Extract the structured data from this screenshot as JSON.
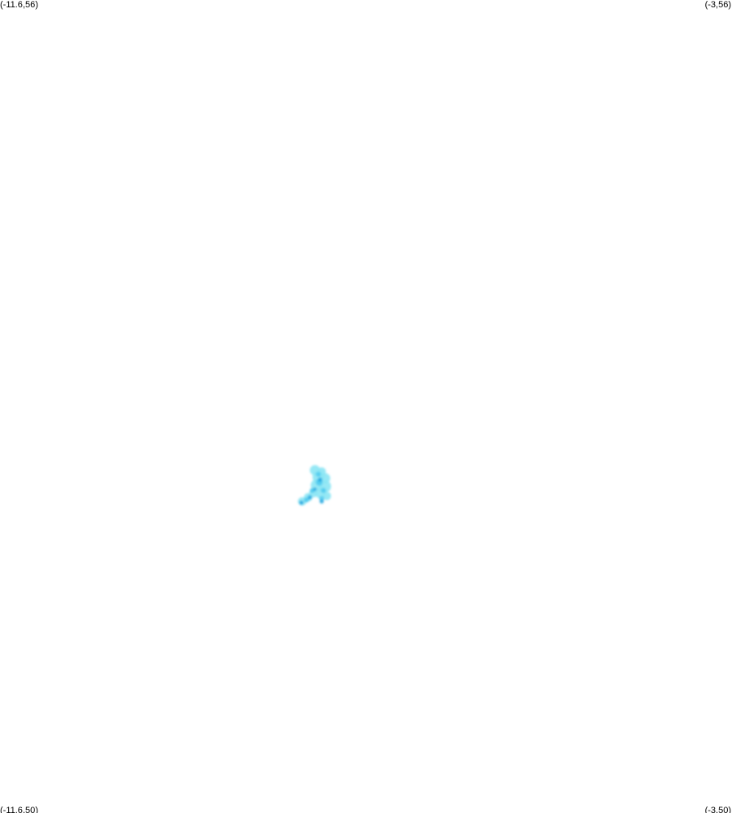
{
  "map": {
    "corners": {
      "top_left": "(-11.6,56)",
      "top_right": "(-3,56)",
      "bottom_left": "(-11.6,50)",
      "bottom_right": "(-3,50)"
    },
    "extent": {
      "lon_min": -11.6,
      "lon_max": -3,
      "lat_min": 50,
      "lat_max": 56
    },
    "colors": {
      "background": "#ffffff",
      "light": "#8be6f4",
      "medium": "#4cc9ee",
      "dark": "#1fa6e0"
    },
    "feature": {
      "blobs": [
        {
          "lon": -7.9,
          "lat": 52.53,
          "r_deg": 0.06,
          "shade": "light"
        },
        {
          "lon": -7.82,
          "lat": 52.52,
          "r_deg": 0.05,
          "shade": "light"
        },
        {
          "lon": -7.86,
          "lat": 52.48,
          "r_deg": 0.07,
          "shade": "light"
        },
        {
          "lon": -7.78,
          "lat": 52.47,
          "r_deg": 0.06,
          "shade": "light"
        },
        {
          "lon": -7.88,
          "lat": 52.42,
          "r_deg": 0.07,
          "shade": "light"
        },
        {
          "lon": -7.78,
          "lat": 52.41,
          "r_deg": 0.07,
          "shade": "light"
        },
        {
          "lon": -7.84,
          "lat": 52.36,
          "r_deg": 0.06,
          "shade": "light"
        },
        {
          "lon": -7.92,
          "lat": 52.36,
          "r_deg": 0.05,
          "shade": "light"
        },
        {
          "lon": -7.76,
          "lat": 52.34,
          "r_deg": 0.05,
          "shade": "light"
        },
        {
          "lon": -7.98,
          "lat": 52.33,
          "r_deg": 0.05,
          "shade": "light"
        },
        {
          "lon": -8.05,
          "lat": 52.3,
          "r_deg": 0.05,
          "shade": "light"
        },
        {
          "lon": -7.86,
          "lat": 52.5,
          "r_deg": 0.03,
          "shade": "medium"
        },
        {
          "lon": -7.85,
          "lat": 52.44,
          "r_deg": 0.04,
          "shade": "medium"
        },
        {
          "lon": -7.93,
          "lat": 52.38,
          "r_deg": 0.03,
          "shade": "medium"
        },
        {
          "lon": -7.8,
          "lat": 52.38,
          "r_deg": 0.03,
          "shade": "medium"
        },
        {
          "lon": -8.0,
          "lat": 52.31,
          "r_deg": 0.03,
          "shade": "medium"
        },
        {
          "lon": -7.82,
          "lat": 52.32,
          "r_deg": 0.03,
          "shade": "medium"
        },
        {
          "lon": -7.84,
          "lat": 52.46,
          "r_deg": 0.025,
          "shade": "dark"
        },
        {
          "lon": -7.9,
          "lat": 52.39,
          "r_deg": 0.02,
          "shade": "dark"
        },
        {
          "lon": -7.96,
          "lat": 52.33,
          "r_deg": 0.025,
          "shade": "dark"
        },
        {
          "lon": -8.06,
          "lat": 52.29,
          "r_deg": 0.025,
          "shade": "dark"
        },
        {
          "lon": -7.82,
          "lat": 52.3,
          "r_deg": 0.025,
          "shade": "dark"
        }
      ]
    }
  }
}
